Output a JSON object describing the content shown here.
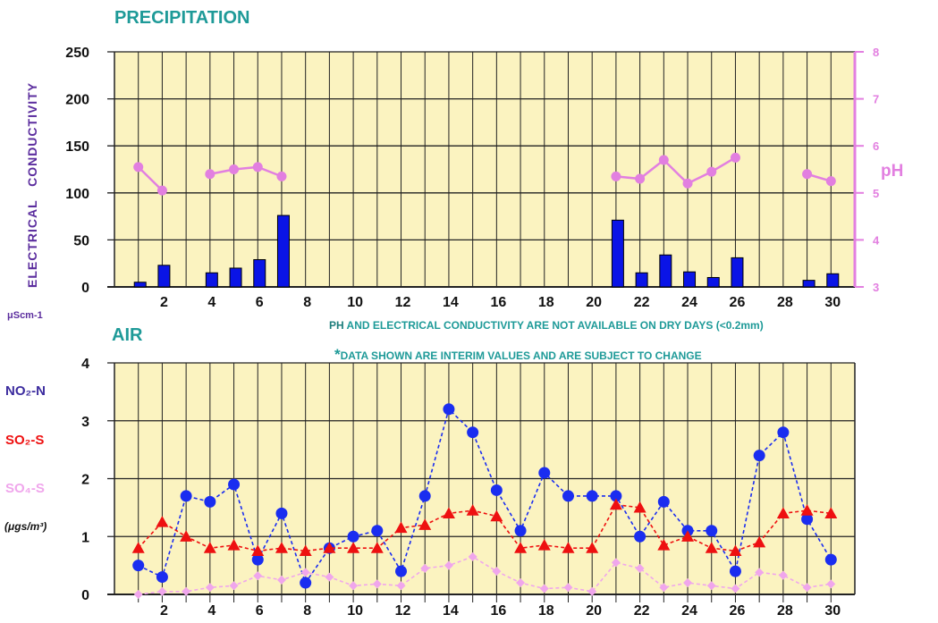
{
  "colors": {
    "plot_bg": "#fbf3c0",
    "grid": "#222222",
    "bar": "#0a14e6",
    "ph": "#e27fe0",
    "no2": "#1a2df0",
    "so2": "#ee1010",
    "so4": "#f0a6ec",
    "title": "#1e9a98",
    "conductivity_label": "#5b2d9e"
  },
  "legend": {
    "no2": "NO₂-N",
    "so2": "SO₂-S",
    "so4": "SO₄-S",
    "units": "(μgs/m³)"
  },
  "notes": {
    "ph_prefix": "PH",
    "ph_text": " AND ELECTRICAL CONDUCTIVITY ARE NOT AVAILABLE ON DRY DAYS (<0.2mm)",
    "interim_star": "*",
    "interim_text": "DATA SHOWN ARE INTERIM VALUES AND ARE SUBJECT TO CHANGE"
  },
  "chart_data": [
    {
      "type": "bar",
      "title": "PRECIPITATION",
      "ylabel": "ELECTRICAL   CONDUCTIVITY",
      "yunit": "μScm-1",
      "ylim": [
        0,
        250
      ],
      "yticks": [
        0,
        50,
        100,
        150,
        200,
        250
      ],
      "xlim": [
        0,
        31
      ],
      "xtick_labels": [
        2,
        4,
        6,
        8,
        10,
        12,
        14,
        16,
        18,
        20,
        22,
        24,
        26,
        28,
        30
      ],
      "grid": true,
      "series": [
        {
          "kind": "bar",
          "axis": "left",
          "points": [
            [
              1,
              5
            ],
            [
              2,
              23
            ],
            [
              4,
              15
            ],
            [
              5,
              20
            ],
            [
              6,
              29
            ],
            [
              7,
              76
            ],
            [
              21,
              71
            ],
            [
              22,
              15
            ],
            [
              23,
              34
            ],
            [
              24,
              16
            ],
            [
              25,
              10
            ],
            [
              26,
              31
            ],
            [
              29,
              7
            ],
            [
              30,
              14
            ]
          ]
        },
        {
          "kind": "line",
          "axis": "right",
          "segments": [
            [
              [
                1,
                5.55
              ],
              [
                2,
                5.05
              ]
            ],
            [
              [
                4,
                5.4
              ],
              [
                5,
                5.5
              ],
              [
                6,
                5.55
              ],
              [
                7,
                5.35
              ]
            ],
            [
              [
                21,
                5.35
              ],
              [
                22,
                5.3
              ],
              [
                23,
                5.7
              ],
              [
                24,
                5.2
              ],
              [
                25,
                5.45
              ],
              [
                26,
                5.75
              ]
            ],
            [
              [
                29,
                5.4
              ],
              [
                30,
                5.25
              ]
            ]
          ]
        }
      ],
      "y2label": "pH",
      "y2lim": [
        3,
        8
      ],
      "y2ticks": [
        3,
        4,
        5,
        6,
        7,
        8
      ]
    },
    {
      "type": "line",
      "title": "AIR",
      "ylim": [
        0,
        4
      ],
      "yticks": [
        0,
        1,
        2,
        3,
        4
      ],
      "xlim": [
        0,
        31
      ],
      "xtick_labels": [
        2,
        4,
        6,
        8,
        10,
        12,
        14,
        16,
        18,
        20,
        22,
        24,
        26,
        28,
        30
      ],
      "grid": true,
      "x": [
        1,
        2,
        3,
        4,
        5,
        6,
        7,
        8,
        9,
        10,
        11,
        12,
        13,
        14,
        15,
        16,
        17,
        18,
        19,
        20,
        21,
        22,
        23,
        24,
        25,
        26,
        27,
        28,
        29,
        30
      ],
      "series": [
        {
          "name": "NO₂-N",
          "marker": "circle",
          "values": [
            0.5,
            0.3,
            1.7,
            1.6,
            1.9,
            0.6,
            1.4,
            0.2,
            0.8,
            1.0,
            1.1,
            0.4,
            1.7,
            3.2,
            2.8,
            1.8,
            1.1,
            2.1,
            1.7,
            1.7,
            1.7,
            1.0,
            1.6,
            1.1,
            1.1,
            0.4,
            2.4,
            2.8,
            1.3,
            0.6
          ]
        },
        {
          "name": "SO₂-S",
          "marker": "triangle",
          "values": [
            0.8,
            1.25,
            1.0,
            0.8,
            0.85,
            0.75,
            0.8,
            0.75,
            0.8,
            0.8,
            0.8,
            1.15,
            1.2,
            1.4,
            1.45,
            1.35,
            0.8,
            0.85,
            0.8,
            0.8,
            1.55,
            1.5,
            0.85,
            1.0,
            0.8,
            0.75,
            0.9,
            1.4,
            1.45,
            1.4
          ]
        },
        {
          "name": "SO₄-S",
          "marker": "diamond",
          "values": [
            0.0,
            0.05,
            0.05,
            0.12,
            0.15,
            0.32,
            0.25,
            0.38,
            0.3,
            0.15,
            0.18,
            0.15,
            0.45,
            0.5,
            0.65,
            0.4,
            0.2,
            0.1,
            0.12,
            0.05,
            0.55,
            0.45,
            0.12,
            0.2,
            0.15,
            0.1,
            0.38,
            0.33,
            0.12,
            0.18
          ]
        }
      ]
    }
  ]
}
